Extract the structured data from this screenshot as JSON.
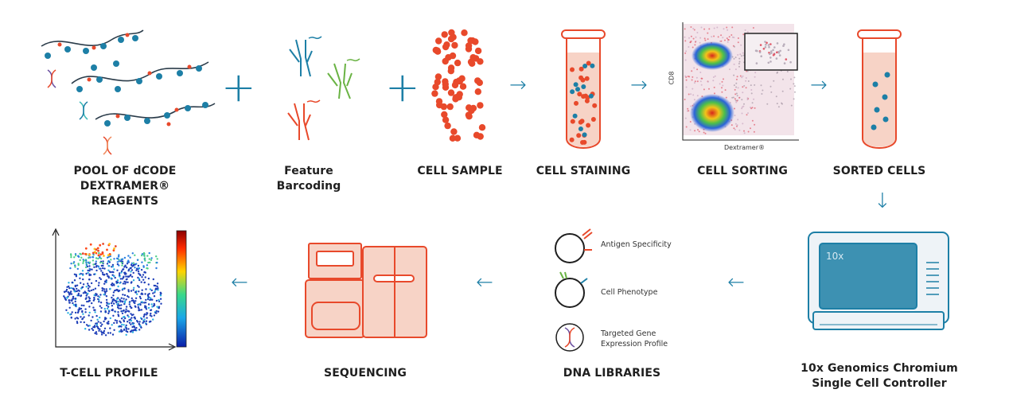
{
  "colors": {
    "teal": "#1d7fa6",
    "red": "#e8492b",
    "green": "#6ab344",
    "tube_fill": "#f7d3c6",
    "dark": "#1f1f1f"
  },
  "steps": {
    "pool": "POOL OF dCODE DEXTRAMER®\nREAGENTS",
    "feature": "Feature Barcoding",
    "cell_sample": "CELL SAMPLE",
    "staining": "CELL STAINING",
    "sorting": "CELL SORTING",
    "sorted": "SORTED CELLS",
    "controller": "10x Genomics Chromium\nSingle Cell Controller",
    "libraries": "DNA LIBRARIES",
    "sequencing": "SEQUENCING",
    "profile": "T-CELL PROFILE"
  },
  "plot": {
    "ylabel": "CD8",
    "xlabel": "Dextramer®"
  },
  "libraries": {
    "antigen": "Antigen Specificity",
    "phenotype": "Cell Phenotype",
    "gene_line1": "Targeted Gene",
    "gene_line2": "Expression Profile"
  },
  "device": {
    "logo": "10x"
  },
  "operators": {
    "plus": "+"
  },
  "arrows": {
    "right": "→",
    "left": "←",
    "down": "↓"
  }
}
